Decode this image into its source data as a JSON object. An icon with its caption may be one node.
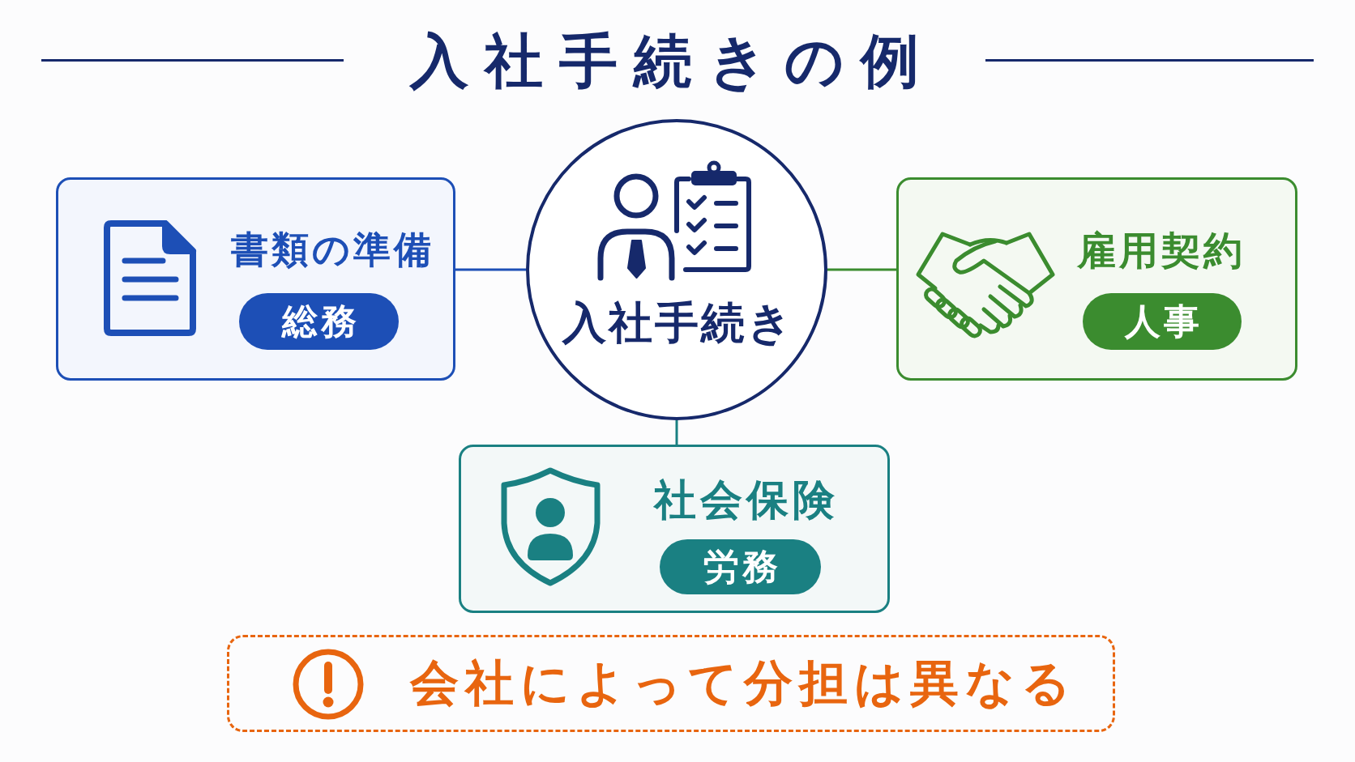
{
  "diagram": {
    "title": "入社手続きの例",
    "nodes": [
      {
        "text": [
          "書類の準備"
        ]
      },
      {
        "text": [
          "総務"
        ],
        "in": 0
      },
      {
        "text": [
          "入社手続き"
        ]
      },
      {
        "text": [
          "雇用契約"
        ]
      },
      {
        "text": [
          "人事"
        ],
        "in": 3
      },
      {
        "text": [
          "社会保険"
        ]
      },
      {
        "text": [
          "労務"
        ],
        "in": 5
      },
      {
        "text": [
          "会社によって分担は異なる"
        ]
      }
    ],
    "edges": [
      {
        "from": 2,
        "to": 0,
        "arrow": "none",
        "color": "#1d4fb6"
      },
      {
        "from": 2,
        "to": 3,
        "arrow": "none",
        "color": "#3b8c2f"
      },
      {
        "from": 2,
        "to": 5,
        "arrow": "none",
        "color": "#1a8082"
      }
    ]
  }
}
